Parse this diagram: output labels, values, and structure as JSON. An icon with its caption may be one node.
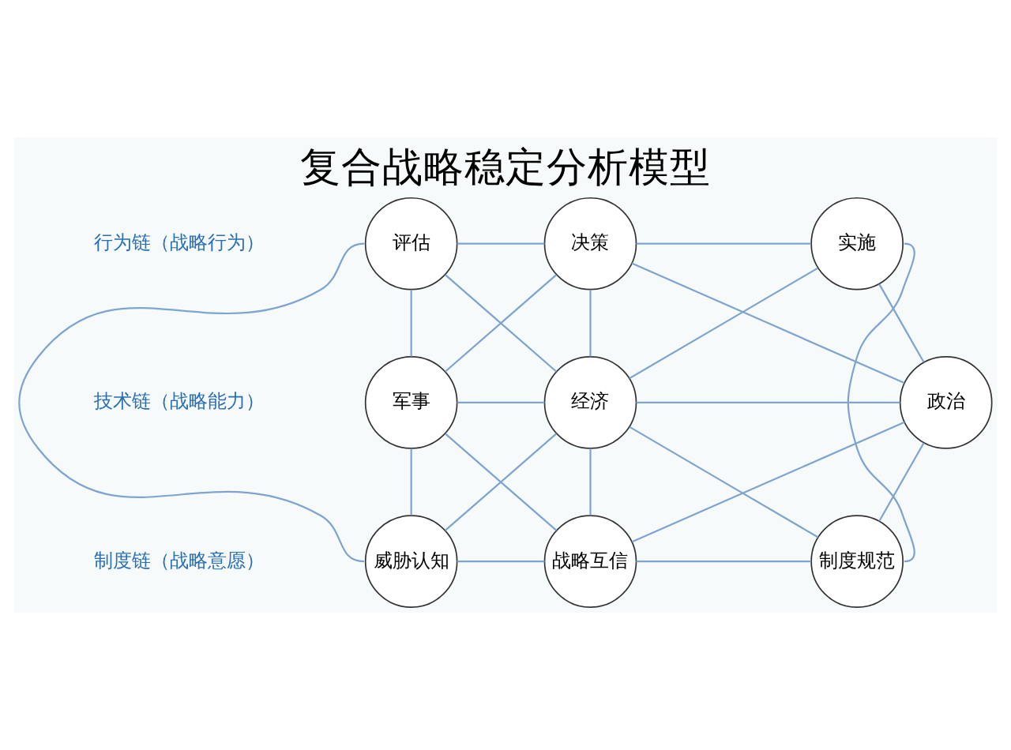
{
  "diagram": {
    "title": "复合战略稳定分析模型",
    "nodes": [
      {
        "text": [
          "评估"
        ]
      },
      {
        "text": [
          "决策"
        ]
      },
      {
        "text": [
          "实施"
        ]
      },
      {
        "text": [
          "军事"
        ]
      },
      {
        "text": [
          "经济"
        ]
      },
      {
        "text": [
          "政治"
        ]
      },
      {
        "text": [
          "威胁认知"
        ]
      },
      {
        "text": [
          "战略互信"
        ]
      },
      {
        "text": [
          "制度规范"
        ]
      }
    ],
    "edges": [
      {
        "from": 0,
        "to": 1,
        "arrow": "none"
      },
      {
        "from": 1,
        "to": 2,
        "arrow": "none"
      },
      {
        "from": 3,
        "to": 4,
        "arrow": "none"
      },
      {
        "from": 4,
        "to": 5,
        "arrow": "none"
      },
      {
        "from": 6,
        "to": 7,
        "arrow": "none"
      },
      {
        "from": 7,
        "to": 8,
        "arrow": "none"
      },
      {
        "from": 0,
        "to": 3,
        "arrow": "none"
      },
      {
        "from": 3,
        "to": 6,
        "arrow": "none"
      },
      {
        "from": 1,
        "to": 4,
        "arrow": "none"
      },
      {
        "from": 4,
        "to": 7,
        "arrow": "none"
      },
      {
        "from": 2,
        "to": 5,
        "arrow": "none"
      },
      {
        "from": 5,
        "to": 8,
        "arrow": "none"
      },
      {
        "from": 0,
        "to": 4,
        "arrow": "none"
      },
      {
        "from": 1,
        "to": 3,
        "arrow": "none"
      },
      {
        "from": 1,
        "to": 5,
        "arrow": "none"
      },
      {
        "from": 2,
        "to": 4,
        "arrow": "none"
      },
      {
        "from": 3,
        "to": 7,
        "arrow": "none"
      },
      {
        "from": 4,
        "to": 6,
        "arrow": "none"
      },
      {
        "from": 4,
        "to": 8,
        "arrow": "none"
      },
      {
        "from": 5,
        "to": 7,
        "arrow": "none"
      },
      {
        "from": 0,
        "to": 6,
        "arrow": "none"
      },
      {
        "from": 2,
        "to": 8,
        "arrow": "none"
      }
    ],
    "labels": [
      "行为链（战略行为）",
      "技术链（战略能力）",
      "制度链（战略意愿）"
    ]
  }
}
